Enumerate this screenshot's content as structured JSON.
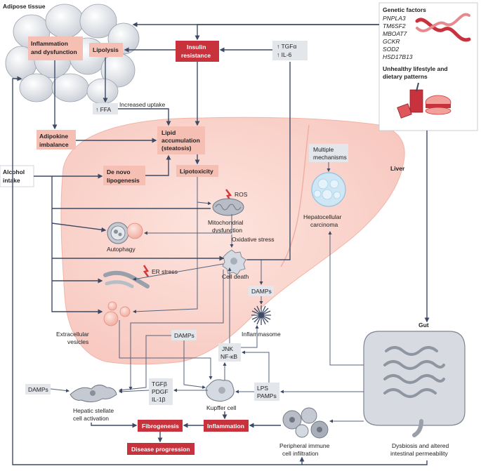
{
  "labels": {
    "adipose_tissue": "Adipose tissue",
    "inflammation_dysfunction_1": "Inflammation",
    "inflammation_dysfunction_2": "and dysfunction",
    "lipolysis": "Lipolysis",
    "insulin_resistance_1": "Insulin",
    "insulin_resistance_2": "resistance",
    "tgf_alpha": "↑ TGFα",
    "il6": "↑ IL-6",
    "ffa": "↑ FFA",
    "increased_uptake": "Increased uptake",
    "adipokine_1": "Adipokine",
    "adipokine_2": "imbalance",
    "lipid_1": "Lipid",
    "lipid_2": "accumulation",
    "lipid_3": "(steatosis)",
    "alcohol_1": "Alcohol",
    "alcohol_2": "intake",
    "de_novo_1": "De novo",
    "de_novo_2": "lipogenesis",
    "lipotoxicity": "Lipotoxicity",
    "liver": "Liver",
    "multiple_1": "Multiple",
    "multiple_2": "mechanisms",
    "hcc_1": "Hepatocellular",
    "hcc_2": "carcinoma",
    "ros": "ROS",
    "mito_1": "Mitochondrial",
    "mito_2": "dysfunction",
    "oxidative_stress": "Oxidative stress",
    "autophagy": "Autophagy",
    "er_stress": "ER stress",
    "cell_death": "Cell death",
    "damps_1": "DAMPs",
    "inflammasome": "Inflammasome",
    "ev_1": "Extracellular",
    "ev_2": "vesicles",
    "damps_2": "DAMPs",
    "jnk": "JNK",
    "nfkb": "NF-κB",
    "damps_3": "DAMPs",
    "tgfb": "TGFβ",
    "pdgf": "PDGF",
    "il1b": "IL-1β",
    "lps": "LPS",
    "pamps": "PAMPs",
    "hsc_1": "Hepatic stellate",
    "hsc_2": "cell activation",
    "kupffer": "Kupffer cell",
    "fibrogenesis": "Fibrogenesis",
    "inflammation": "Inflammation",
    "disease_progression": "Disease progression",
    "peripheral_1": "Peripheral immune",
    "peripheral_2": "cell infiltration",
    "gut": "Gut",
    "dysbiosis_1": "Dysbiosis and altered",
    "dysbiosis_2": "intestinal permeability"
  },
  "genetic_factors": {
    "title": "Genetic factors",
    "genes": [
      "PNPLA3",
      "TM6SF2",
      "MBOAT7",
      "GCKR",
      "SOD2",
      "HSD17B13"
    ]
  },
  "lifestyle": {
    "line1": "Unhealthy lifestyle and",
    "line2": "dietary patterns"
  },
  "colors": {
    "pink_box": "#f6bfb4",
    "red_box": "#c8323c",
    "gray_box": "#e3e6ea",
    "liver": "#fbd9d2",
    "arrow": "#3d4a66"
  }
}
